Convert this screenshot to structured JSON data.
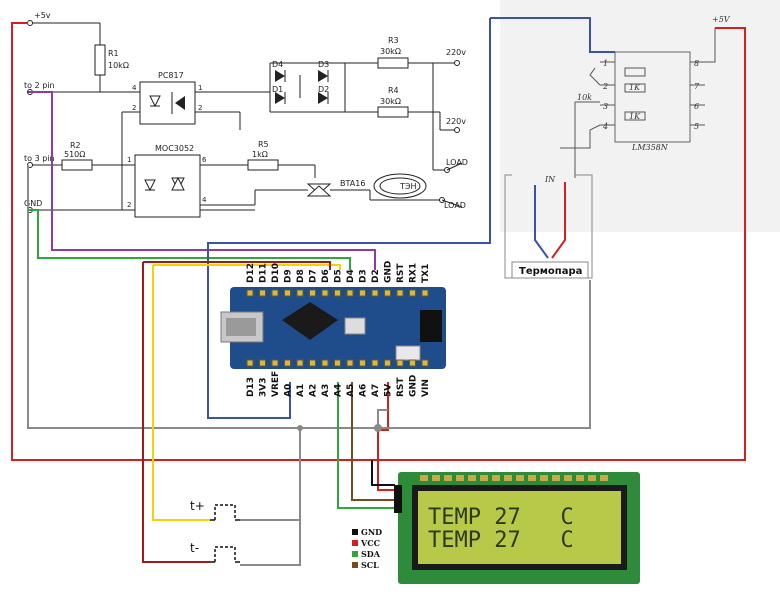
{
  "colors": {
    "red": "#d42020",
    "purple": "#8e3aa8",
    "green": "#2fa83a",
    "yellow": "#f2d400",
    "blue": "#3a52a8",
    "grey": "#8a8a8a",
    "brown": "#7a4a1e",
    "black": "#111111",
    "board": "#1f4d8c",
    "lcd_bg": "#b8c94a",
    "lcd_pcb": "#2e8b3a"
  },
  "schematic": {
    "plus5v": "+5v",
    "to2pin": "to 2 pin",
    "to3pin": "to 3 pin",
    "gnd": "GND",
    "r1_label": "R1",
    "r1_value": "10kΩ",
    "r2_label": "R2",
    "r2_value": "510Ω",
    "r3_label": "R3",
    "r3_value": "30kΩ",
    "r4_label": "R4",
    "r4_value": "30kΩ",
    "r5_label": "R5",
    "r5_value": "1kΩ",
    "pc817": "PC817",
    "moc": "MOC3052",
    "bta": "BTA16",
    "d1": "D1",
    "d2": "D2",
    "d3": "D3",
    "d4": "D4",
    "v220a": "220v",
    "v220b": "220v",
    "load1": "LOAD",
    "load2": "LOAD",
    "ten": "ТЭН",
    "pins_pc": [
      "4",
      "2",
      "1",
      "2"
    ],
    "pins_moc": [
      "1",
      "2",
      "6",
      "4"
    ]
  },
  "module": {
    "plus5v": "+5V",
    "chip": "LM358N",
    "k1": "1K",
    "k10": "10k",
    "k1b": "1K",
    "rows": [
      "1",
      "2",
      "3",
      "4",
      "8",
      "7",
      "6",
      "5"
    ],
    "thermocouple_in": "IN",
    "thermocouple": "Термопара"
  },
  "nano": {
    "top_pins": [
      "D12",
      "D11",
      "D10",
      "D9",
      "D8",
      "D7",
      "D6",
      "D5",
      "D4",
      "D3",
      "D2",
      "GND",
      "RST",
      "RX1",
      "TX1"
    ],
    "bottom_pins": [
      "D13",
      "3V3",
      "VREF",
      "A0",
      "A1",
      "A2",
      "A3",
      "A4",
      "A5",
      "A6",
      "A7",
      "5V",
      "RST",
      "GND",
      "VIN"
    ]
  },
  "buttons": {
    "plus": "t+",
    "minus": "t-"
  },
  "lcd": {
    "line1": "TEMP 27   C",
    "line2": "TEMP 27   C",
    "legend": [
      {
        "label": "GND",
        "color": "#111111"
      },
      {
        "label": "VCC",
        "color": "#d42020"
      },
      {
        "label": "SDA",
        "color": "#2fa83a"
      },
      {
        "label": "SCL",
        "color": "#7a4a1e"
      }
    ]
  }
}
